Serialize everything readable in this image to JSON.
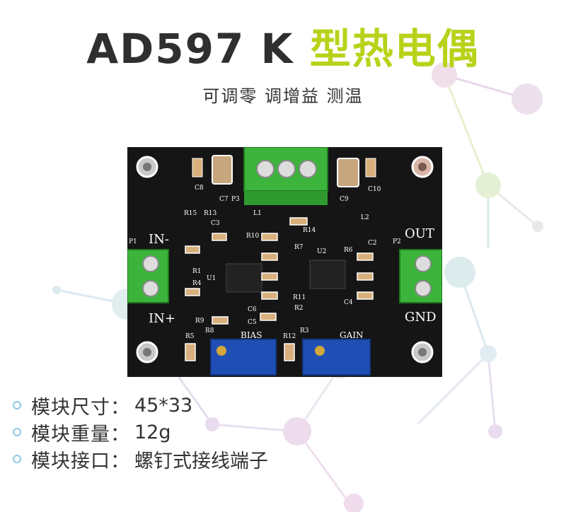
{
  "title": {
    "main": "AD597 K",
    "accent": "型热电偶"
  },
  "subtitle": "可调零 调增益 测温",
  "board": {
    "labels": {
      "in_minus": "IN-",
      "in_plus": "IN+",
      "out": "OUT",
      "gnd": "GND",
      "bias": "BIAS",
      "gain": "GAIN",
      "p1": "P1",
      "p2": "P2",
      "p3": "P3",
      "u1": "U1",
      "u2": "U2",
      "c8": "C8",
      "c7": "C7",
      "c9": "C9",
      "c10": "C10",
      "r15": "R15",
      "r13": "R13",
      "c3": "C3",
      "l1": "L1",
      "l2": "L2",
      "r14": "R14",
      "r10": "R10",
      "r7": "R7",
      "r6": "R6",
      "c2": "C2",
      "r1": "R1",
      "r4": "R4",
      "r11": "R11",
      "c4": "C4",
      "c6": "C6",
      "r2": "R2",
      "r9": "R9",
      "c5": "C5",
      "r5": "R5",
      "r8": "R8",
      "r12": "R12",
      "r3": "R3"
    }
  },
  "specs": [
    {
      "label": "模块尺寸：",
      "value": "45*33"
    },
    {
      "label": "模块重量：",
      "value": "12g"
    },
    {
      "label": "模块接口：",
      "value": "螺钉式接线端子"
    }
  ],
  "colors": {
    "title_dark": "#2f2f2f",
    "title_accent": "#b8d21a",
    "board": "#151515",
    "terminal": "#3cb43c",
    "potentiometer": "#1f4fb5"
  }
}
